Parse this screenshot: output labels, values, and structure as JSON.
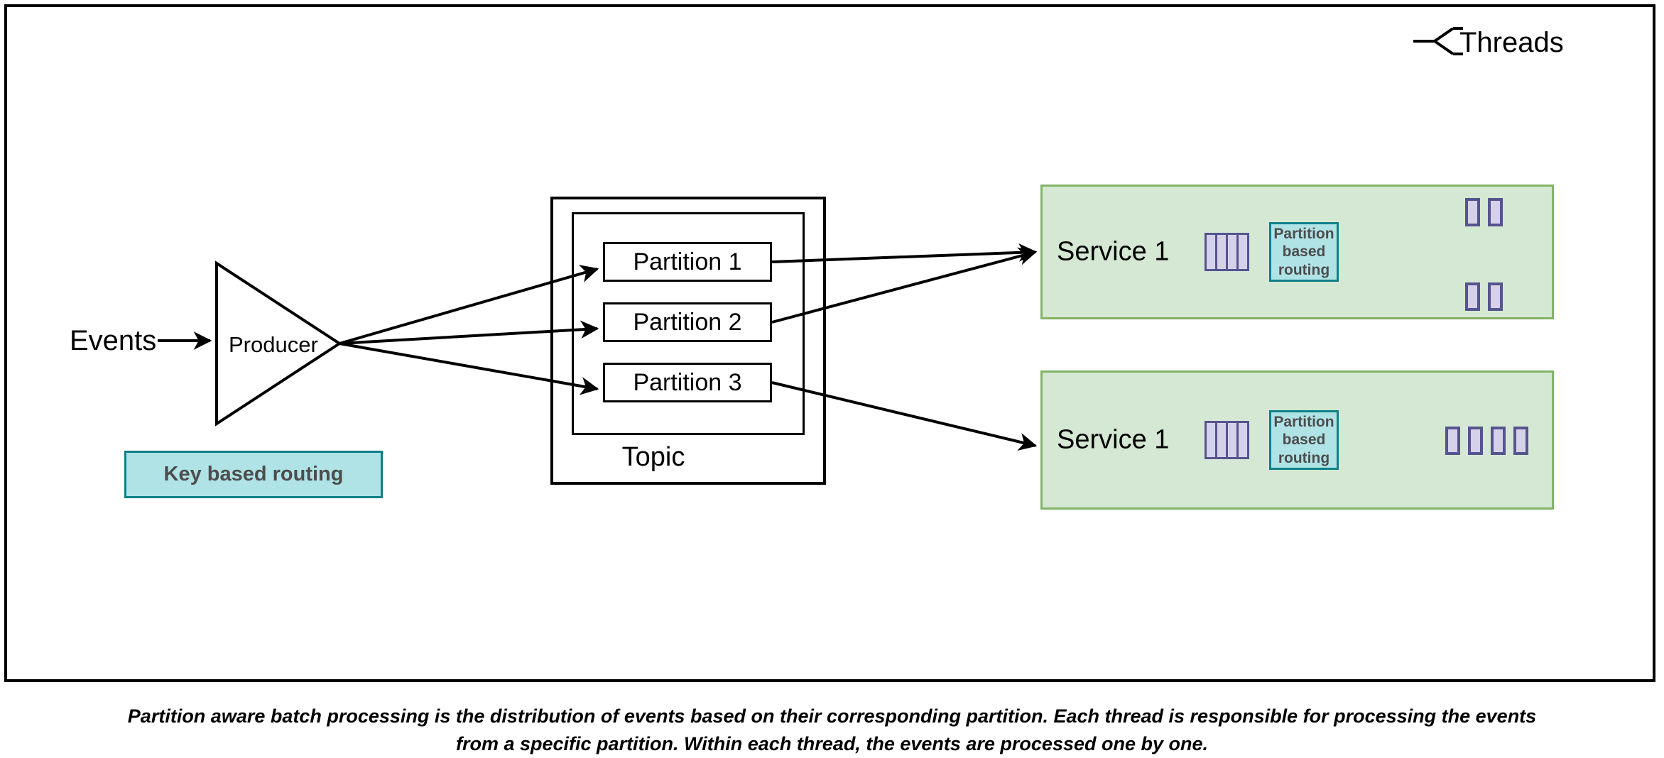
{
  "legend": {
    "threads_label": "Threads",
    "icon": "thread-fork-icon"
  },
  "pipeline": {
    "events_label": "Events",
    "producer_label": "Producer",
    "key_routing_label": "Key based routing"
  },
  "topic": {
    "label": "Topic",
    "partitions": [
      {
        "label": "Partition 1"
      },
      {
        "label": "Partition 2"
      },
      {
        "label": "Partition 3"
      }
    ]
  },
  "services": [
    {
      "name": "Service 1",
      "routing_label_line1": "Partition",
      "routing_label_line2": "based",
      "routing_label_line3": "routing",
      "batch_cells": 4,
      "threads": [
        {
          "cells": 2
        },
        {
          "cells": 2
        }
      ]
    },
    {
      "name": "Service 1",
      "routing_label_line1": "Partition",
      "routing_label_line2": "based",
      "routing_label_line3": "routing",
      "batch_cells": 4,
      "threads": [
        {
          "cells": 4
        }
      ]
    }
  ],
  "caption": {
    "line1": "Partition aware batch processing is the distribution of events based on their corresponding partition. Each thread is responsible for processing the events",
    "line2": "from a specific partition. Within each thread, the events are processed one by one."
  },
  "colors": {
    "teal_fill": "#b0e3e6",
    "teal_border": "#0e8088",
    "green_fill": "#d5e8d4",
    "green_border": "#82b366",
    "cell_fill": "#d5d1e8",
    "cell_border": "#56548f",
    "stroke": "#000000",
    "text_gray": "#4d4d4d"
  }
}
